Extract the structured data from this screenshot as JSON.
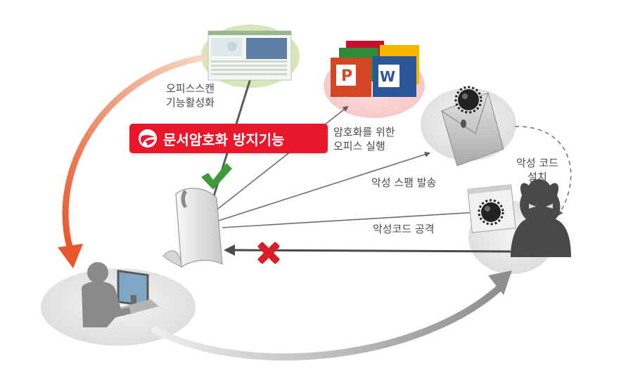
{
  "banner": {
    "title": "문서암호화 방지기능",
    "logo": "trend-micro-logo"
  },
  "labels": {
    "office_scan": [
      "오피스스캔",
      "기능활성화"
    ],
    "encrypt_exec": [
      "암호화를 위한",
      "오피스 실행"
    ],
    "install": [
      "악성 코드",
      "설치"
    ],
    "spam": "악성 스팸 발송",
    "attack": "악성코드 공격"
  },
  "office_icons": {
    "powerpoint_letter": "P",
    "word_letter": "W"
  },
  "icons": {
    "user": "user-at-computer-icon",
    "document": "document-icon",
    "mail": "envelope-icon",
    "attacker": "hacker-icon",
    "check": "check-icon",
    "block": "x-mark-icon"
  },
  "colors": {
    "brand_red": "#e8182a",
    "check_green": "#3f9a3a",
    "block_red": "#d81e26",
    "loop_orange": "#ee7a35",
    "arrow_gray": "#5c5c5c"
  }
}
